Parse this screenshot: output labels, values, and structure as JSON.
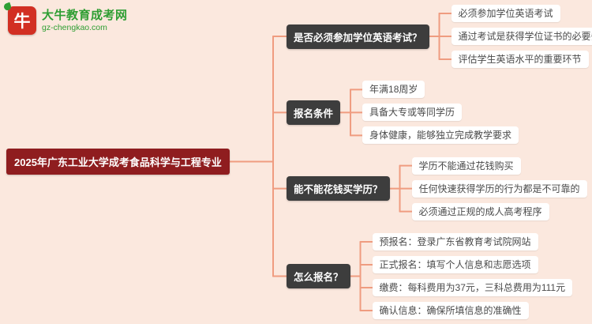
{
  "colors": {
    "bg": "#fbe8de",
    "connector": "#ef9c80",
    "root-bg": "#8f1d1f",
    "branch-bg": "#3d3d3d",
    "leaf-bg": "#ffffff",
    "logo-red": "#d22f23",
    "logo-green": "#2f9e33"
  },
  "logo": {
    "icon_glyph": "牛",
    "title": "大牛教育成考网",
    "url": "gz-chengkao.com"
  },
  "root": {
    "label": "2025年广东工业大学成考食品科学与工程专业"
  },
  "branches": [
    {
      "label": "是否必须参加学位英语考试？",
      "children": [
        "必须参加学位英语考试",
        "通过考试是获得学位证书的必要条件",
        "评估学生英语水平的重要环节"
      ]
    },
    {
      "label": "报名条件",
      "children": [
        "年满18周岁",
        "具备大专或等同学历",
        "身体健康，能够独立完成教学要求"
      ]
    },
    {
      "label": "能不能花钱买学历？",
      "children": [
        "学历不能通过花钱购买",
        "任何快速获得学历的行为都是不可靠的",
        "必须通过正规的成人高考程序"
      ]
    },
    {
      "label": "怎么报名？",
      "children": [
        "预报名：登录广东省教育考试院网站",
        "正式报名：填写个人信息和志愿选项",
        "缴费：每科费用为37元，三科总费用为111元",
        "确认信息：确保所填信息的准确性"
      ]
    }
  ]
}
